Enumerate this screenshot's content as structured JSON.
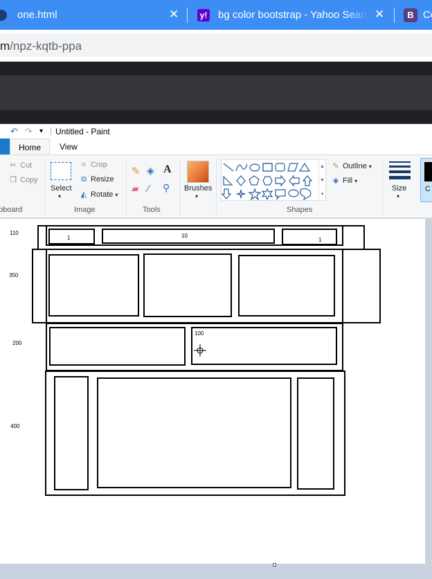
{
  "browser": {
    "tabs": [
      {
        "title": "one.html",
        "close": "✕"
      },
      {
        "title": "bg color bootstrap - Yahoo Search",
        "close": "✕",
        "icon_letter": "y!"
      },
      {
        "title": "Co",
        "icon_letter": "B"
      }
    ],
    "url": {
      "domain_part": "m",
      "path": "/npz-kqtb-ppa"
    }
  },
  "paint": {
    "title": "Untitled - Paint",
    "tabs": {
      "home": "Home",
      "view": "View"
    },
    "clipboard": {
      "cut": "Cut",
      "copy": "Copy",
      "group_label": "pboard"
    },
    "image": {
      "select": "Select",
      "crop": "Crop",
      "resize": "Resize",
      "rotate": "Rotate",
      "group_label": "Image"
    },
    "tools": {
      "group_label": "Tools"
    },
    "brushes": {
      "label": "Brushes"
    },
    "shapes": {
      "outline": "Outline",
      "fill": "Fill",
      "group_label": "Shapes"
    },
    "size": {
      "label": "Size"
    },
    "colors": {
      "label": "C"
    }
  },
  "drawing": {
    "row_labels": [
      "110",
      "350",
      "200",
      "400"
    ],
    "box_labels": [
      "1",
      "10",
      "1",
      "100"
    ]
  },
  "colors": {
    "tabstrip": "#3c8ef5",
    "dark": "#202124",
    "paint_blue": "#1979ca"
  }
}
